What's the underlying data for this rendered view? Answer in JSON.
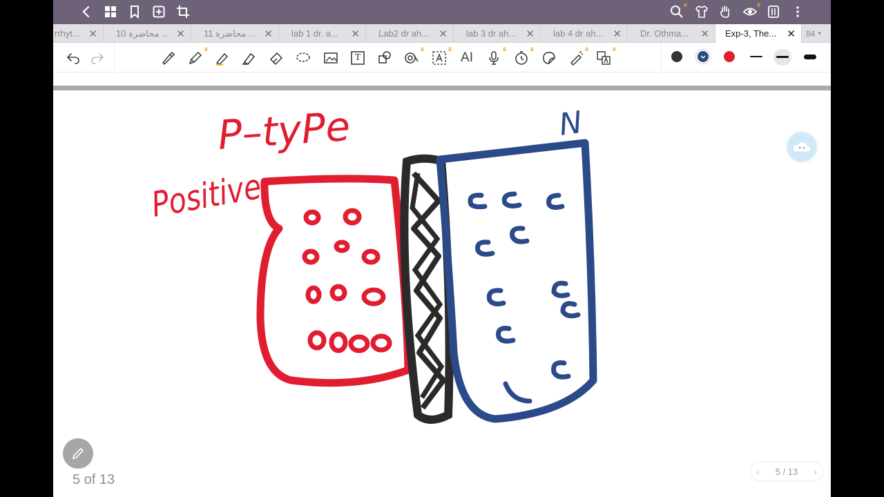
{
  "topbar": {
    "icons": [
      "back-chevron-icon",
      "grid-icon",
      "bookmark-icon",
      "add-page-icon",
      "crop-icon",
      "search-icon",
      "shirt-icon",
      "hand-icon",
      "eye-icon",
      "doc-layout-icon",
      "more-icon"
    ]
  },
  "tabs": [
    {
      "label": "rrhyt...",
      "active": false
    },
    {
      "label": "محاضرة 10 ...",
      "active": false
    },
    {
      "label": "محاضرة 11 ...",
      "active": false
    },
    {
      "label": "lab 1 dr. a...",
      "active": false
    },
    {
      "label": "Lab2 dr ah...",
      "active": false
    },
    {
      "label": "lab 3 dr ah...",
      "active": false
    },
    {
      "label": "lab 4 dr ah...",
      "active": false
    },
    {
      "label": "Dr. Othma...",
      "active": false
    },
    {
      "label": "Exp-3, The...",
      "active": true
    }
  ],
  "tab_overflow": {
    "count": "84",
    "chevron": "▾"
  },
  "toolbar": {
    "ai_label": "AI",
    "text_tool_label": "T",
    "colors": [
      "#333333",
      "#2a4a86",
      "#e0202a"
    ]
  },
  "drawing": {
    "label_p_type": "P–tyPe",
    "label_positive": "Positive",
    "label_n": "N",
    "colors": {
      "red": "#e11d30",
      "blue": "#2b4a8a",
      "black": "#2a2a2a"
    }
  },
  "page": {
    "indicator": "5 of 13",
    "pager_text": "5 / 13"
  }
}
